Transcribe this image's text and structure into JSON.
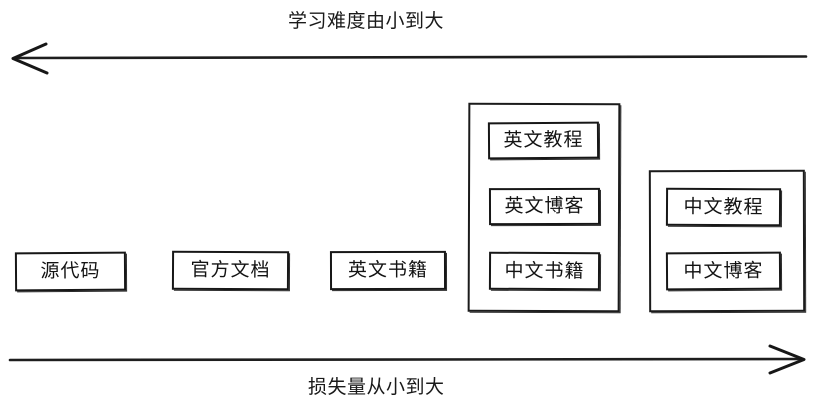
{
  "diagram": {
    "title_top": "学习难度由小到大",
    "title_bottom": "损失量从小到大",
    "top_axis": {
      "label": "学习难度由小到大",
      "direction": "left",
      "arrowhead": "left-arrow-icon"
    },
    "bottom_axis": {
      "label": "损失量从小到大",
      "direction": "right",
      "arrowhead": "right-arrow-icon"
    },
    "nodes": [
      {
        "label": "源代码"
      },
      {
        "label": "官方文档"
      },
      {
        "label": "英文书籍"
      }
    ],
    "groups": [
      {
        "name": "group-1",
        "items": [
          {
            "label": "英文教程"
          },
          {
            "label": "英文博客"
          },
          {
            "label": "中文书籍"
          }
        ]
      },
      {
        "name": "group-2",
        "items": [
          {
            "label": "中文教程"
          },
          {
            "label": "中文博客"
          }
        ]
      }
    ],
    "colors": {
      "stroke": "#171717",
      "text": "#131313",
      "background": "#ffffff"
    }
  }
}
